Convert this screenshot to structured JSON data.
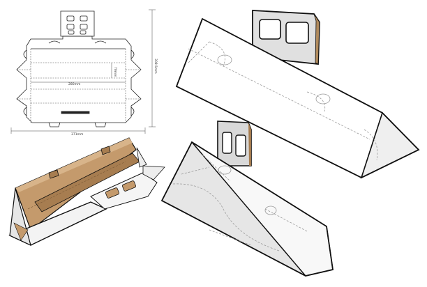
{
  "dieline": {
    "length_label": "280mm",
    "height_label": "70mm",
    "overall_width_label": "371mm",
    "overall_height_label": "308.5mm"
  },
  "colors": {
    "outline": "#111111",
    "fold_line": "#8a8a8a",
    "box_light": "#ffffff",
    "box_shade": "#ececec",
    "box_side": "#f4f4f4",
    "kraft": "#c49a6c",
    "kraft_dark": "#a77d50",
    "kraft_light": "#d8b48a",
    "handle": "#dcdcdc"
  }
}
